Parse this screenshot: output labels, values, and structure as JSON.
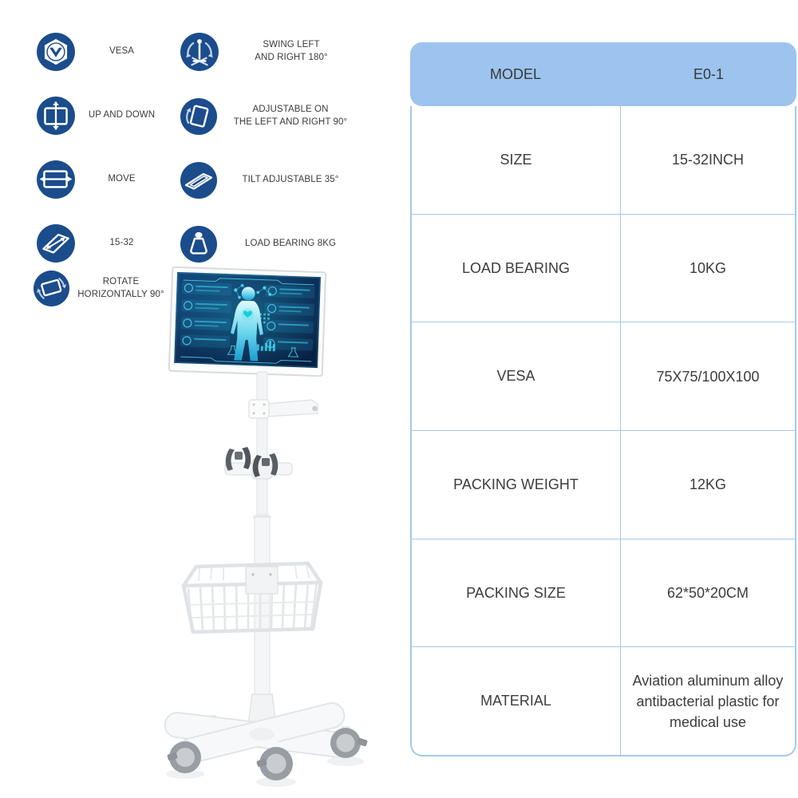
{
  "features": [
    {
      "icon": "vesa-icon",
      "label": "VESA"
    },
    {
      "icon": "swing-icon",
      "label": "SWING LEFT\nAND RIGHT 180°"
    },
    {
      "icon": "up-down-icon",
      "label": "UP AND DOWN"
    },
    {
      "icon": "adjustable-icon",
      "label": "ADJUSTABLE ON\nTHE LEFT AND RIGHT 90°"
    },
    {
      "icon": "move-icon",
      "label": "MOVE"
    },
    {
      "icon": "tilt-icon",
      "label": "TILT ADJUSTABLE 35°"
    },
    {
      "icon": "screen-size-icon",
      "label": "15-32"
    },
    {
      "icon": "load-icon",
      "label": "LOAD BEARING 8KG"
    },
    {
      "icon": "rotate-icon",
      "label": "ROTATE\nHORIZONTALLY 90°"
    }
  ],
  "spec_table": {
    "header": {
      "label": "MODEL",
      "value": "E0-1"
    },
    "rows": [
      {
        "label": "SIZE",
        "value": "15-32INCH"
      },
      {
        "label": "LOAD BEARING",
        "value": "10KG"
      },
      {
        "label": "VESA",
        "value": "75X75/100X100"
      },
      {
        "label": "PACKING WEIGHT",
        "value": "12KG"
      },
      {
        "label": "PACKING SIZE",
        "value": "62*50*20CM"
      },
      {
        "label": "MATERIAL",
        "value": "Aviation aluminum alloy antibacterial plastic for medical use"
      }
    ]
  },
  "colors": {
    "icon_blue": "#1b4c8c",
    "header_blue": "#9cc4ee",
    "table_border": "#a6c9e8",
    "text": "#3d3d3d"
  }
}
